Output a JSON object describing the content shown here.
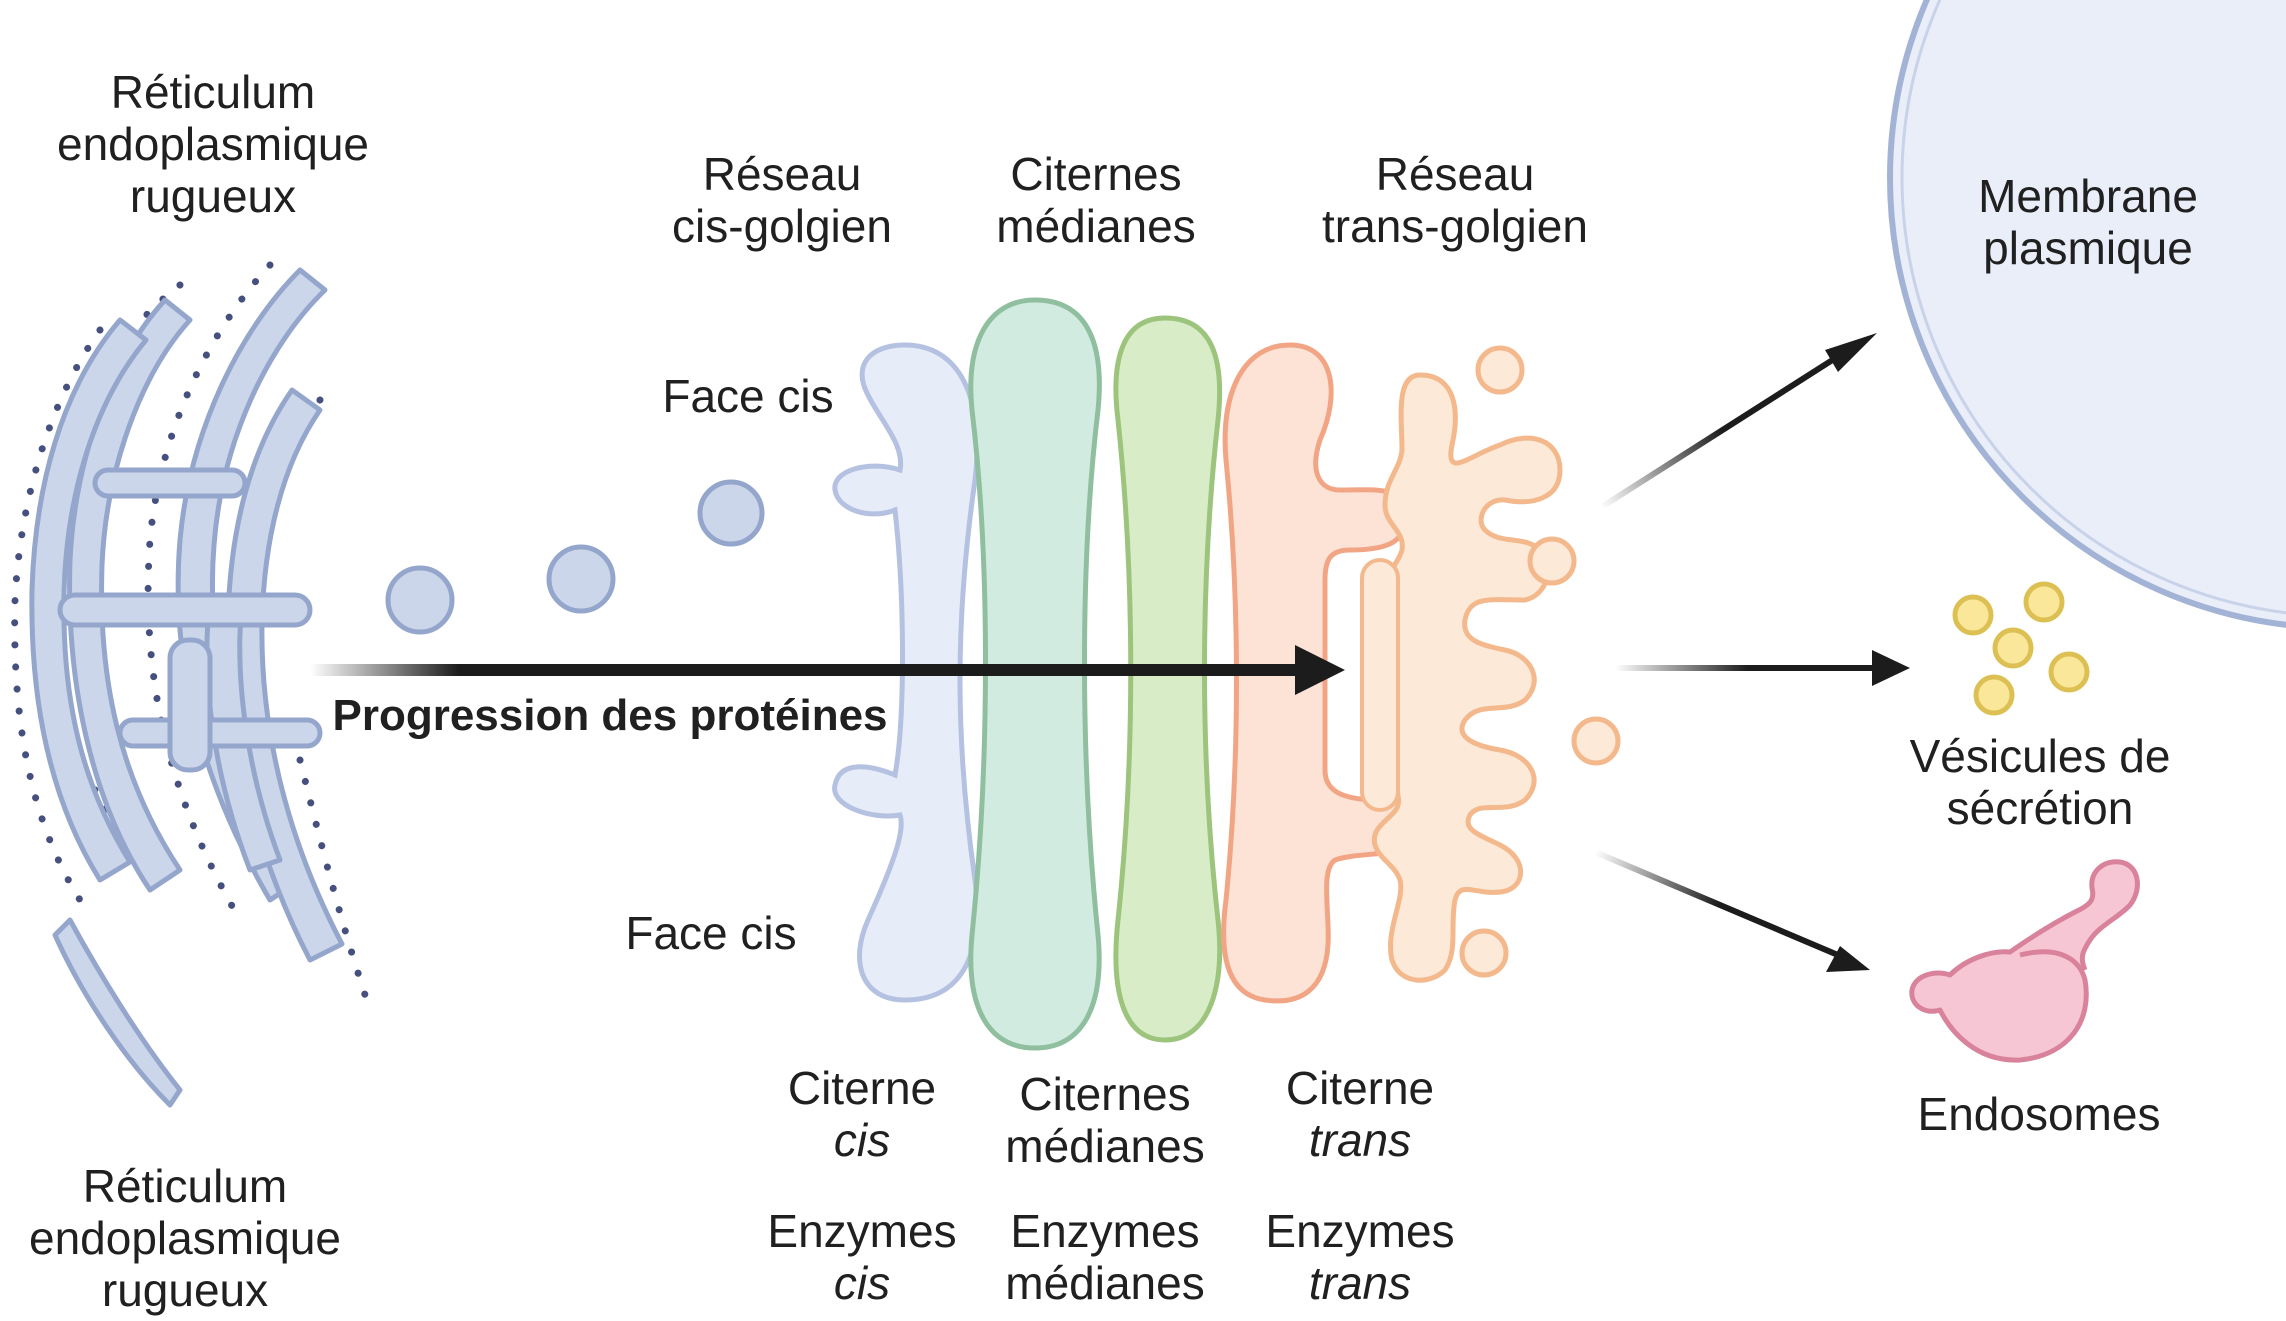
{
  "labels": {
    "rer_top": [
      "Réticulum",
      "endoplasmique",
      "rugueux"
    ],
    "rer_bottom": [
      "Réticulum",
      "endoplasmique",
      "rugueux"
    ],
    "cis_network": [
      "Réseau",
      "cis-golgien"
    ],
    "medial_cisternae_top": [
      "Citernes",
      "médianes"
    ],
    "trans_network": [
      "Réseau",
      "trans-golgien"
    ],
    "face_cis_top": "Face cis",
    "face_cis_bottom": "Face cis",
    "protein_progression": "Progression des protéines",
    "plasma_membrane": [
      "Membrane",
      "plasmique"
    ],
    "secretory_vesicles": [
      "Vésicules de",
      "sécrétion"
    ],
    "endosomes": "Endosomes",
    "cis_cisterna": [
      "Citerne",
      "cis"
    ],
    "medial_cisternae_bottom": [
      "Citernes",
      "médianes"
    ],
    "trans_cisterna": [
      "Citerne",
      "trans"
    ],
    "cis_enzymes": [
      "Enzymes",
      "cis"
    ],
    "medial_enzymes": [
      "Enzymes",
      "médianes"
    ],
    "trans_enzymes": [
      "Enzymes",
      "trans"
    ]
  },
  "colors": {
    "er_fill": "#ccd6ea",
    "er_stroke": "#95a6cc",
    "ribosome": "#45507e",
    "cis_fill": "#e6ecf8",
    "cis_stroke": "#b4c1e0",
    "medial1_fill": "#d2ebe0",
    "medial1_stroke": "#8fbf9e",
    "medial2_fill": "#d9ecc8",
    "medial2_stroke": "#9cc47c",
    "trans1_fill": "#fde2d6",
    "trans1_stroke": "#f2a585",
    "trans2_fill": "#fde9d8",
    "trans2_stroke": "#f3b98c",
    "membrane_fill": "#e9eef8",
    "membrane_stroke": "#a3b3d6",
    "vesicle_fill": "#fae79a",
    "vesicle_stroke": "#dcc053",
    "endosome_fill": "#f7c6d4",
    "endosome_stroke": "#d9829c",
    "arrow": "#1c1c1c"
  },
  "icons": [
    "rough-er-icon",
    "transport-vesicle-icon",
    "golgi-cisterna-icon",
    "plasma-membrane-icon",
    "secretory-vesicle-icon",
    "endosome-icon",
    "arrow-icon"
  ]
}
